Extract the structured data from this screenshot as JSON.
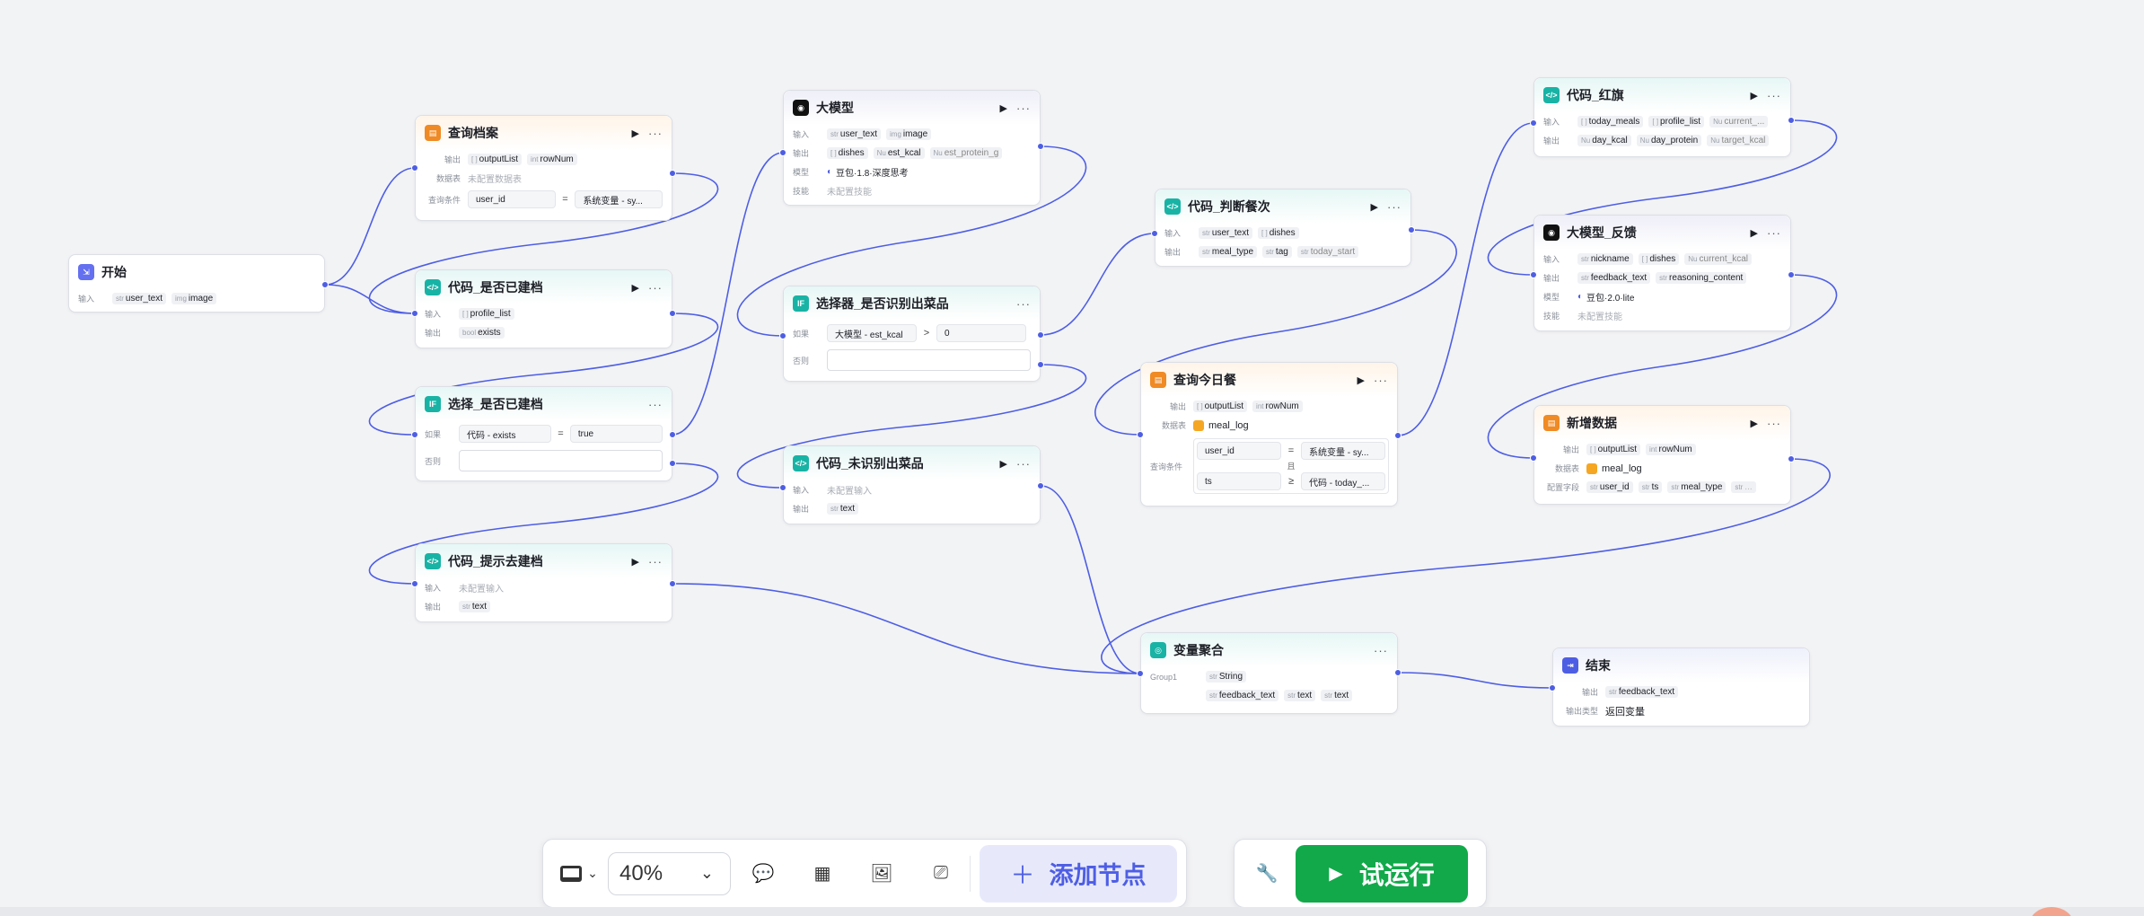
{
  "colors": {
    "edge": "#4e5ee4",
    "start": "#6470f0",
    "db": "#f08a24",
    "code": "#18b3a5",
    "llm": "#111111",
    "cond": "#18b3a5",
    "end": "#4e5ee4",
    "run": "#12a94a"
  },
  "labels": {
    "input": "输入",
    "output": "输出",
    "model": "模型",
    "skill": "技能",
    "table": "数据表",
    "query": "查询条件",
    "if": "如果",
    "else": "否则",
    "fields": "配置字段",
    "out_type": "输出类型",
    "and": "且"
  },
  "icons": {
    "run": "play-icon",
    "more": "more-icon"
  },
  "nodes": {
    "start": {
      "title": "开始",
      "inputs": [
        {
          "t": "str",
          "n": "user_text"
        },
        {
          "t": "img",
          "n": "image"
        }
      ]
    },
    "query_profile": {
      "title": "查询档案",
      "outputs": [
        {
          "t": "[ ]",
          "n": "outputList"
        },
        {
          "t": "int",
          "n": "rowNum"
        }
      ],
      "table": "未配置数据表",
      "cond": {
        "left": "user_id",
        "op": "=",
        "right": "系统变量 - sy..."
      }
    },
    "code_has_profile": {
      "title": "代码_是否已建档",
      "inputs": [
        {
          "t": "[ ]",
          "n": "profile_list"
        }
      ],
      "outputs": [
        {
          "t": "bool",
          "n": "exists"
        }
      ]
    },
    "select_has_profile": {
      "title": "选择_是否已建档",
      "cond": {
        "left": "代码 - exists",
        "op": "=",
        "right": "true"
      }
    },
    "code_prompt_profile": {
      "title": "代码_提示去建档",
      "input_empty": "未配置输入",
      "outputs": [
        {
          "t": "str",
          "n": "text"
        }
      ]
    },
    "llm": {
      "title": "大模型",
      "inputs": [
        {
          "t": "str",
          "n": "user_text"
        },
        {
          "t": "img",
          "n": "image"
        }
      ],
      "outputs": [
        {
          "t": "[ ]",
          "n": "dishes"
        },
        {
          "t": "Nu",
          "n": "est_kcal"
        },
        {
          "t": "Nu",
          "n": "est_protein_g"
        }
      ],
      "model": "豆包·1.8·深度思考",
      "skill": "未配置技能"
    },
    "select_recognized": {
      "title": "选择器_是否识别出菜品",
      "cond": {
        "left": "大模型 - est_kcal",
        "op": ">",
        "right": "0"
      }
    },
    "code_unrecognized": {
      "title": "代码_未识别出菜品",
      "input_empty": "未配置输入",
      "outputs": [
        {
          "t": "str",
          "n": "text"
        }
      ]
    },
    "code_meal": {
      "title": "代码_判断餐次",
      "inputs": [
        {
          "t": "str",
          "n": "user_text"
        },
        {
          "t": "[ ]",
          "n": "dishes"
        }
      ],
      "outputs": [
        {
          "t": "str",
          "n": "meal_type"
        },
        {
          "t": "str",
          "n": "tag"
        },
        {
          "t": "str",
          "n": "today_start"
        }
      ]
    },
    "query_today": {
      "title": "查询今日餐",
      "outputs": [
        {
          "t": "[ ]",
          "n": "outputList"
        },
        {
          "t": "int",
          "n": "rowNum"
        }
      ],
      "table": "meal_log",
      "conds": [
        {
          "left": "user_id",
          "op": "=",
          "right": "系统变量 - sy..."
        },
        {
          "left": "ts",
          "op": "≥",
          "right": "代码 - today_..."
        }
      ]
    },
    "code_redflag": {
      "title": "代码_红旗",
      "inputs": [
        {
          "t": "[ ]",
          "n": "today_meals"
        },
        {
          "t": "[ ]",
          "n": "profile_list"
        },
        {
          "t": "Nu",
          "n": "current_..."
        }
      ],
      "outputs": [
        {
          "t": "Nu",
          "n": "day_kcal"
        },
        {
          "t": "Nu",
          "n": "day_protein"
        },
        {
          "t": "Nu",
          "n": "target_kcal"
        }
      ]
    },
    "llm_feedback": {
      "title": "大模型_反馈",
      "inputs": [
        {
          "t": "str",
          "n": "nickname"
        },
        {
          "t": "[ ]",
          "n": "dishes"
        },
        {
          "t": "Nu",
          "n": "current_kcal"
        }
      ],
      "outputs": [
        {
          "t": "str",
          "n": "feedback_text"
        },
        {
          "t": "str",
          "n": "reasoning_content"
        }
      ],
      "model": "豆包·2.0·lite",
      "skill": "未配置技能"
    },
    "insert_data": {
      "title": "新增数据",
      "outputs": [
        {
          "t": "[ ]",
          "n": "outputList"
        },
        {
          "t": "int",
          "n": "rowNum"
        }
      ],
      "table": "meal_log",
      "fields": [
        {
          "t": "str",
          "n": "user_id"
        },
        {
          "t": "str",
          "n": "ts"
        },
        {
          "t": "str",
          "n": "meal_type"
        },
        {
          "t": "str",
          "n": "..."
        }
      ]
    },
    "var_agg": {
      "title": "变量聚合",
      "group": "Group1",
      "group_type": {
        "t": "str",
        "n": "String"
      },
      "vars": [
        {
          "t": "str",
          "n": "feedback_text"
        },
        {
          "t": "str",
          "n": "text"
        },
        {
          "t": "str",
          "n": "text"
        }
      ]
    },
    "end": {
      "title": "结束",
      "outputs": [
        {
          "t": "str",
          "n": "feedback_text"
        }
      ],
      "out_type": "返回变量"
    }
  },
  "toolbar": {
    "zoom": "40%",
    "add_node": "添加节点",
    "test_run": "试运行"
  }
}
